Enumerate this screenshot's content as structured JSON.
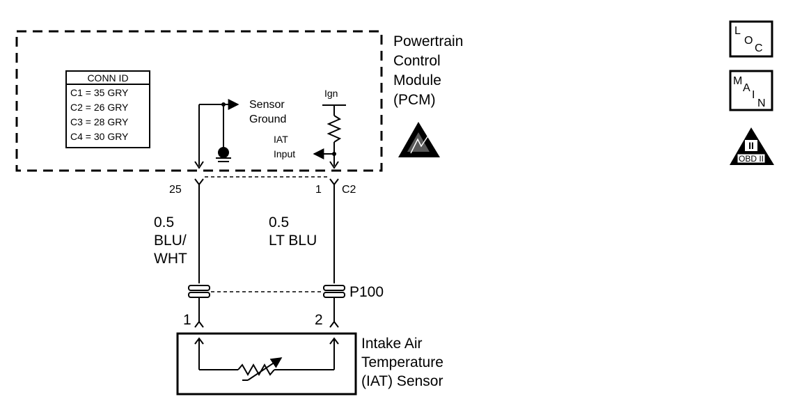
{
  "module": {
    "title_lines": [
      "Powertrain",
      "Control",
      "Module",
      "(PCM)"
    ]
  },
  "conn_id": {
    "header": "CONN ID",
    "rows": [
      "C1 = 35 GRY",
      "C2 = 26 GRY",
      "C3 = 28 GRY",
      "C4 = 30 GRY"
    ]
  },
  "internal": {
    "sensor_ground": [
      "Sensor",
      "Ground"
    ],
    "ign": "Ign",
    "iat_input": [
      "IAT",
      "Input"
    ]
  },
  "pins": {
    "left_pcm": "25",
    "right_pcm": "1",
    "pcm_connector": "C2",
    "left_sensor": "1",
    "right_sensor": "2"
  },
  "wires": {
    "left": [
      "0.5",
      "BLU/",
      "WHT"
    ],
    "right": [
      "0.5",
      "LT BLU"
    ]
  },
  "inline_connector": "P100",
  "sensor": {
    "title_lines": [
      "Intake Air",
      "Temperature",
      "(IAT) Sensor"
    ]
  },
  "icons": {
    "loc": [
      "L",
      "O",
      "C"
    ],
    "main": [
      "M",
      "A",
      "I",
      "N"
    ],
    "obd": [
      "II",
      "OBD II"
    ]
  },
  "colors": {
    "line": "#000000",
    "background": "#ffffff"
  }
}
